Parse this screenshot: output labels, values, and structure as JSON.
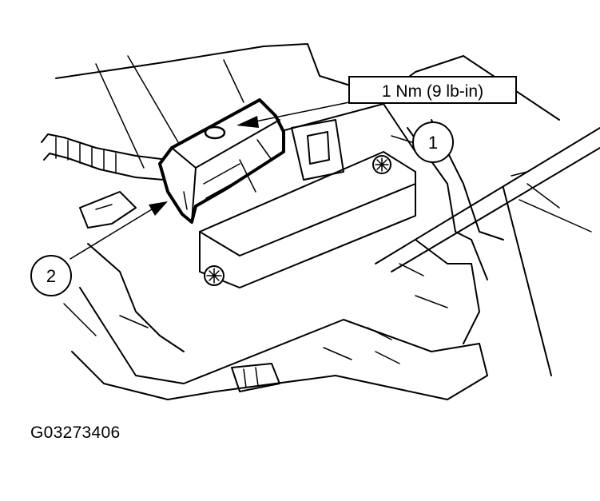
{
  "torque_spec": "1 Nm (9 lb-in)",
  "callouts": [
    {
      "number": "1"
    },
    {
      "number": "2"
    }
  ],
  "figure_id": "G03273406"
}
